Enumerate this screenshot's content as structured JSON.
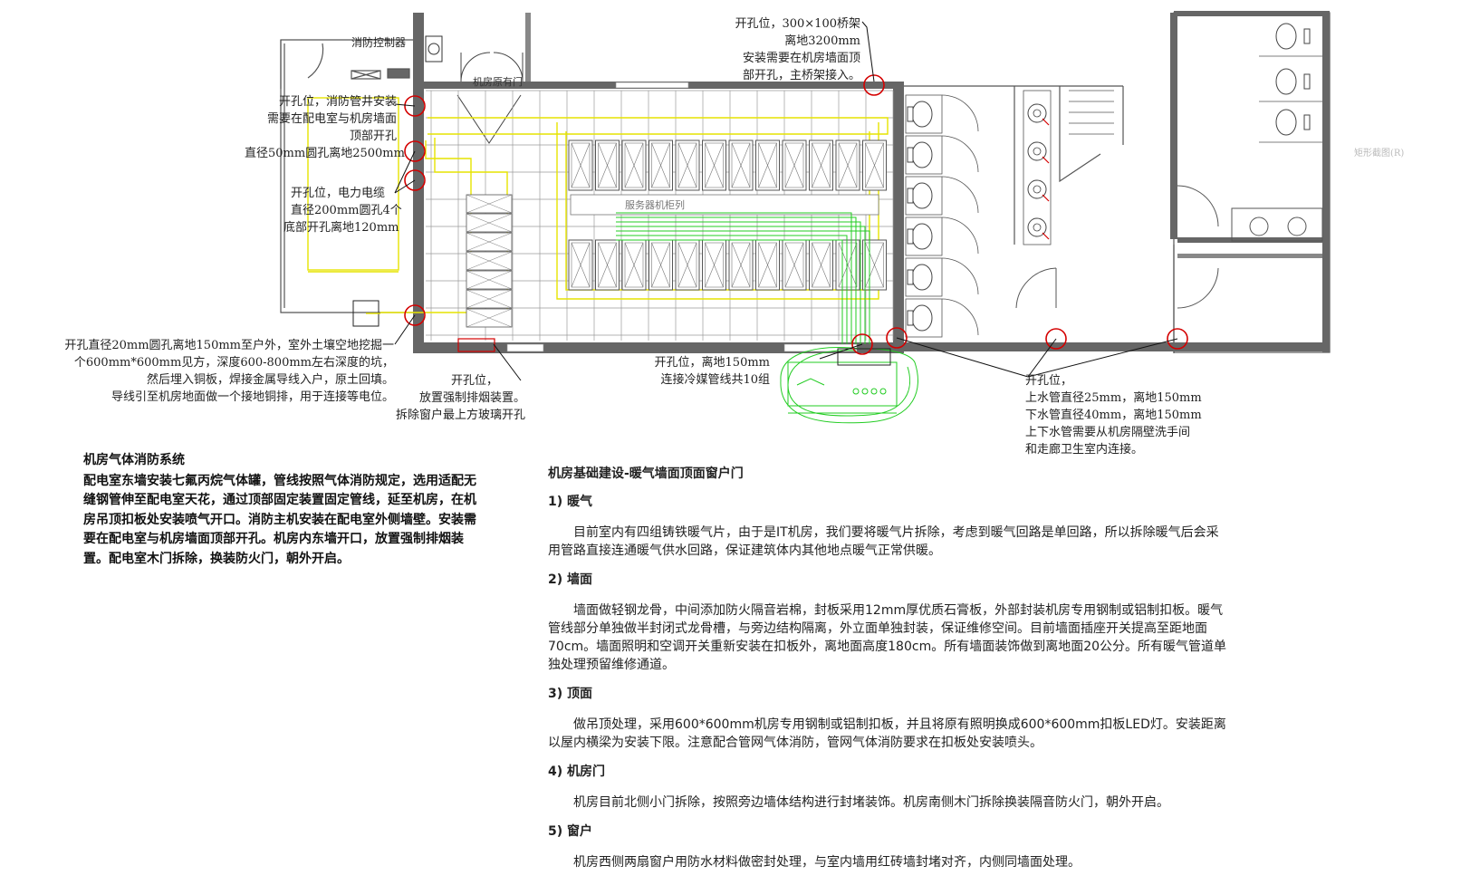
{
  "annotations": {
    "fire_controller": "消防控制器",
    "fire_shaft_hole": [
      "开孔位，消防管井安装",
      "需要在配电室与机房墙面",
      "顶部开孔",
      "直径50mm圆孔离地2500mm"
    ],
    "power_cable_hole": [
      "开孔位，电力电缆",
      "直径200mm圆孔4个",
      "底部开孔离地120mm"
    ],
    "grounding_hole": [
      "开孔直径20mm圆孔离地150mm至户外，室外土壤空地挖掘一",
      "个600mm*600mm见方，深度600-800mm左右深度的坑，",
      "然后埋入铜板，焊接金属导线入户，原土回填。",
      "导线引至机房地面做一个接地铜排，用于连接等电位。"
    ],
    "smoke_exhaust_hole": [
      "开孔位，",
      "放置强制排烟装置。",
      "拆除窗户最上方玻璃开孔"
    ],
    "cable_tray_hole": [
      "开孔位，300×100桥架",
      "离地3200mm",
      "安装需要在机房墙面顶",
      "部开孔，主桥架接入。"
    ],
    "refrigerant_hole": [
      "开孔位，离地150mm",
      "连接冷媒管线共10组"
    ],
    "water_pipe_hole": [
      "开孔位，",
      "上水管直径25mm，离地150mm",
      "下水管直径40mm，离地150mm",
      "上下水管需要从机房隔壁洗手间",
      "和走廊卫生室内连接。"
    ],
    "door_label": "机房原有门",
    "rack_row_label": "服务器机柜列",
    "watermark": "矩形截图(R)"
  },
  "fire_system": {
    "title": "机房气体消防系统",
    "body": "配电室东墙安装七氟丙烷气体罐，管线按照气体消防规定，选用适配无缝钢管伸至配电室天花，通过顶部固定装置固定管线，延至机房，在机房吊顶扣板处安装喷气开口。消防主机安装在配电室外侧墙壁。安装需要在配电室与机房墙面顶部开孔。机房内东墙开口，放置强制排烟装置。配电室木门拆除，换装防火门，朝外开启。"
  },
  "infrastructure": {
    "title": "机房基础建设-暖气墙面顶面窗户门",
    "sections": [
      {
        "heading": "1) 暖气",
        "text": "目前室内有四组铸铁暖气片，由于是IT机房，我们要将暖气片拆除，考虑到暖气回路是单回路，所以拆除暖气后会采用管路直接连通暖气供水回路，保证建筑体内其他地点暖气正常供暖。"
      },
      {
        "heading": "2) 墙面",
        "text": "墙面做轻钢龙骨，中间添加防火隔音岩棉，封板采用12mm厚优质石膏板，外部封装机房专用钢制或铝制扣板。暖气管线部分单独做半封闭式龙骨槽，与旁边结构隔离，外立面单独封装，保证维修空间。目前墙面插座开关提高至距地面70cm。墙面照明和空调开关重新安装在扣板外，离地面高度180cm。所有墙面装饰做到离地面20公分。所有暖气管道单独处理预留维修通道。"
      },
      {
        "heading": "3) 顶面",
        "text": "做吊顶处理，采用600*600mm机房专用钢制或铝制扣板，并且将原有照明换成600*600mm扣板LED灯。安装距离以屋内横梁为安装下限。注意配合管网气体消防，管网气体消防要求在扣板处安装喷头。"
      },
      {
        "heading": "4) 机房门",
        "text": "机房目前北侧小门拆除，按照旁边墙体结构进行封堵装饰。机房南侧木门拆除换装隔音防火门，朝外开启。"
      },
      {
        "heading": "5) 窗户",
        "text": "机房西侧两扇窗户用防水材料做密封处理，与室内墙用红砖墙封堵对齐，内侧同墙面处理。"
      }
    ]
  },
  "colors": {
    "wall": "#555555",
    "cable_yellow": "#e6e400",
    "cable_green": "#22cc22",
    "marker_red": "#d40000",
    "grid": "#9a9a9a"
  },
  "plan_symbols": {
    "rack_count_per_row": 12,
    "rack_rows": 2,
    "hole_marker_count": 10,
    "toilet_count": 6,
    "sink_count": 4
  }
}
